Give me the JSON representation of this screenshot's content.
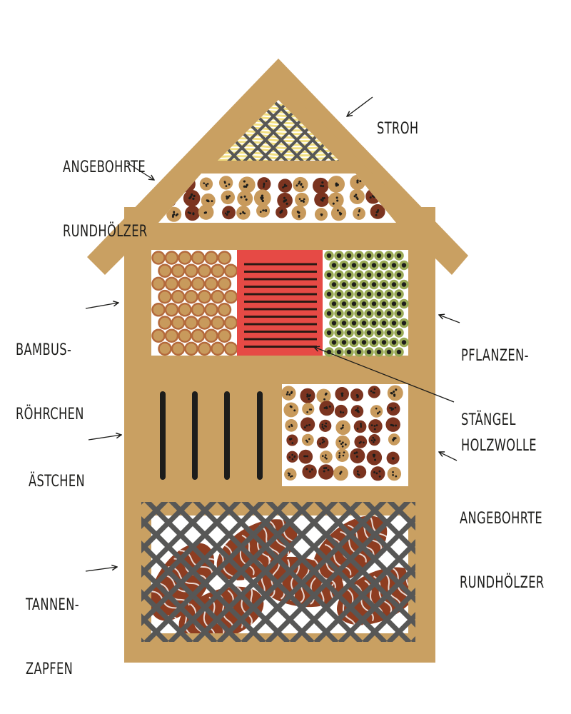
{
  "colors": {
    "wood": "#c9a062",
    "red_panel": "#e64a45",
    "dark_wood": "#7b3420",
    "light_wood": "#c89a5c",
    "bamboo_ring": "#b46a3c",
    "stem_green": "#9aaa57",
    "straw": "#f2df80",
    "grate": "#575756",
    "cone": "#8e3d21",
    "text": "#1d1d1b"
  },
  "labels": {
    "straw": [
      "STROH"
    ],
    "drilled_top": [
      "ANGEBOHRTE",
      "RUNDHÖLZER"
    ],
    "bamboo": [
      "BAMBUS-",
      "RÖHRCHEN"
    ],
    "plant_stems": [
      "PFLANZEN-",
      "STÄNGEL"
    ],
    "wood_wool": [
      "HOLZWOLLE"
    ],
    "twigs": [
      "ÄSTCHEN"
    ],
    "drilled_mid": [
      "ANGEBOHRTE",
      "RUNDHÖLZER"
    ],
    "pine_cones": [
      "TANNEN-",
      "ZAPFEN"
    ]
  }
}
